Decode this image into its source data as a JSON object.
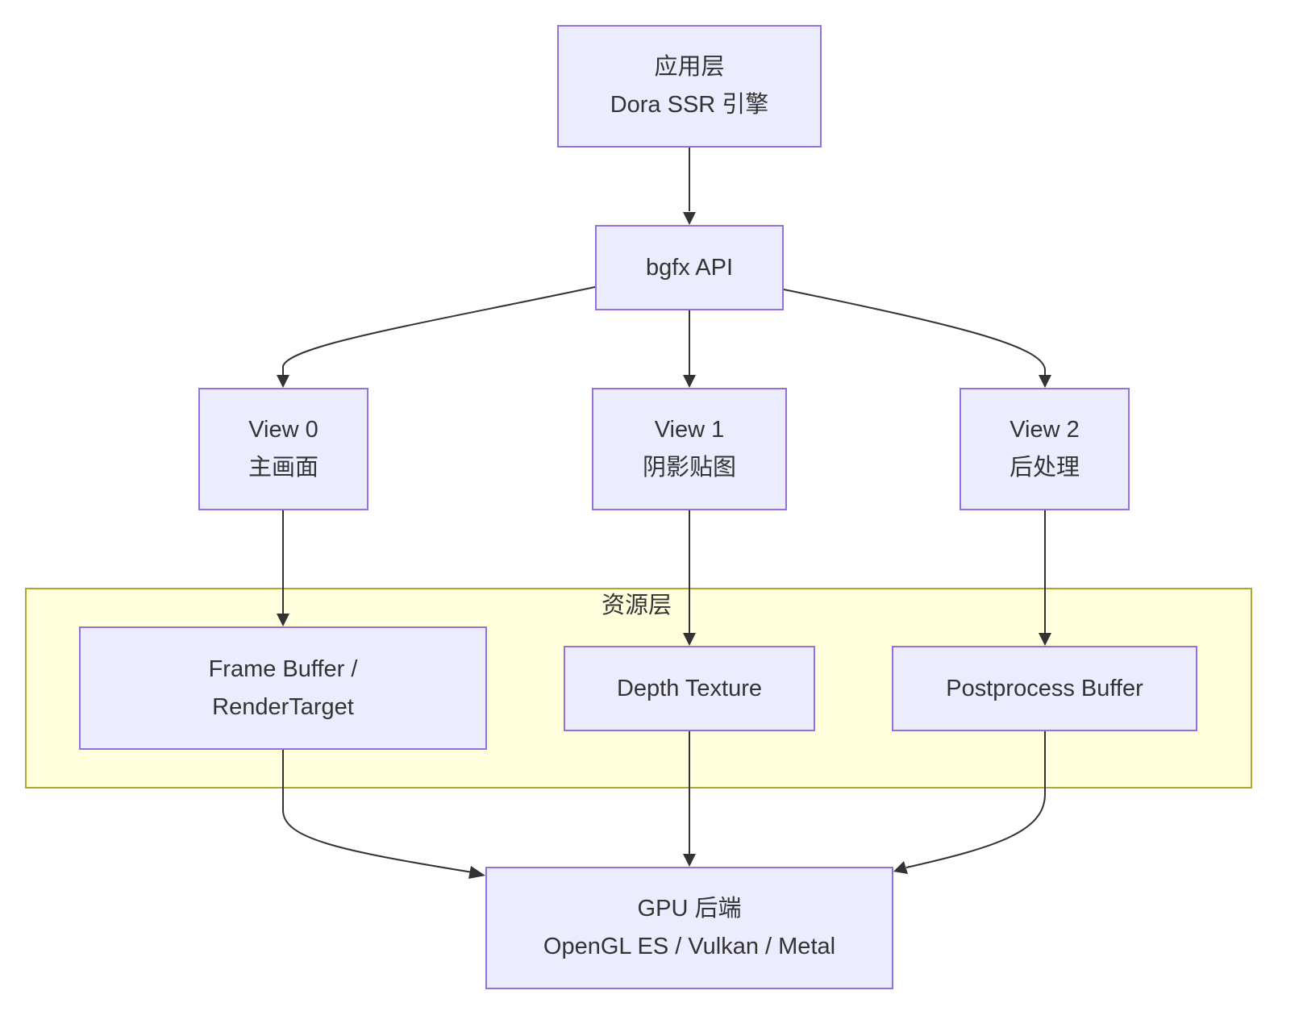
{
  "diagram": {
    "type": "flowchart",
    "direction": "top-down",
    "colors": {
      "node_fill": "#ececff",
      "node_border": "#9370db",
      "cluster_fill": "#ffffde",
      "cluster_border": "#aaaa33",
      "edge": "#333333",
      "text": "#333333"
    },
    "nodes": {
      "app": {
        "lines": [
          "应用层",
          "Dora SSR 引擎"
        ]
      },
      "bgfx": {
        "lines": [
          "bgfx API"
        ]
      },
      "view0": {
        "lines": [
          "View 0",
          "主画面"
        ]
      },
      "view1": {
        "lines": [
          "View 1",
          "阴影贴图"
        ]
      },
      "view2": {
        "lines": [
          "View 2",
          "后处理"
        ]
      },
      "framebuffer": {
        "lines": [
          "Frame Buffer /",
          "RenderTarget"
        ]
      },
      "depth": {
        "lines": [
          "Depth Texture"
        ]
      },
      "postprocess": {
        "lines": [
          "Postprocess Buffer"
        ]
      },
      "gpu": {
        "lines": [
          "GPU 后端",
          "OpenGL ES / Vulkan / Metal"
        ]
      }
    },
    "clusters": {
      "resources": {
        "label": "资源层",
        "members": [
          "framebuffer",
          "depth",
          "postprocess"
        ]
      }
    },
    "edges": [
      {
        "from": "app",
        "to": "bgfx"
      },
      {
        "from": "bgfx",
        "to": "view0"
      },
      {
        "from": "bgfx",
        "to": "view1"
      },
      {
        "from": "bgfx",
        "to": "view2"
      },
      {
        "from": "view0",
        "to": "framebuffer"
      },
      {
        "from": "view1",
        "to": "depth"
      },
      {
        "from": "view2",
        "to": "postprocess"
      },
      {
        "from": "framebuffer",
        "to": "gpu"
      },
      {
        "from": "depth",
        "to": "gpu"
      },
      {
        "from": "postprocess",
        "to": "gpu"
      }
    ]
  }
}
